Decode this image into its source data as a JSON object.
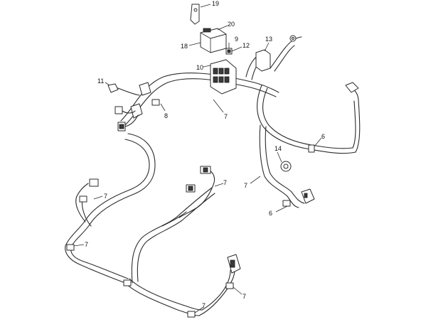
{
  "callouts": [
    {
      "id": "c19",
      "label": "19"
    },
    {
      "id": "c20",
      "label": "20"
    },
    {
      "id": "c18",
      "label": "18"
    },
    {
      "id": "c9",
      "label": "9"
    },
    {
      "id": "c12",
      "label": "12"
    },
    {
      "id": "c13",
      "label": "13"
    },
    {
      "id": "c10",
      "label": "10"
    },
    {
      "id": "c11",
      "label": "11"
    },
    {
      "id": "c8",
      "label": "8"
    },
    {
      "id": "c7a",
      "label": "7"
    },
    {
      "id": "c6a",
      "label": "6"
    },
    {
      "id": "c14",
      "label": "14"
    },
    {
      "id": "c7b",
      "label": "7"
    },
    {
      "id": "c6b",
      "label": "6"
    },
    {
      "id": "c7c",
      "label": "7"
    },
    {
      "id": "c7d",
      "label": "7"
    },
    {
      "id": "c7e",
      "label": "7"
    },
    {
      "id": "c7f",
      "label": "7"
    },
    {
      "id": "c7g",
      "label": "7"
    }
  ]
}
